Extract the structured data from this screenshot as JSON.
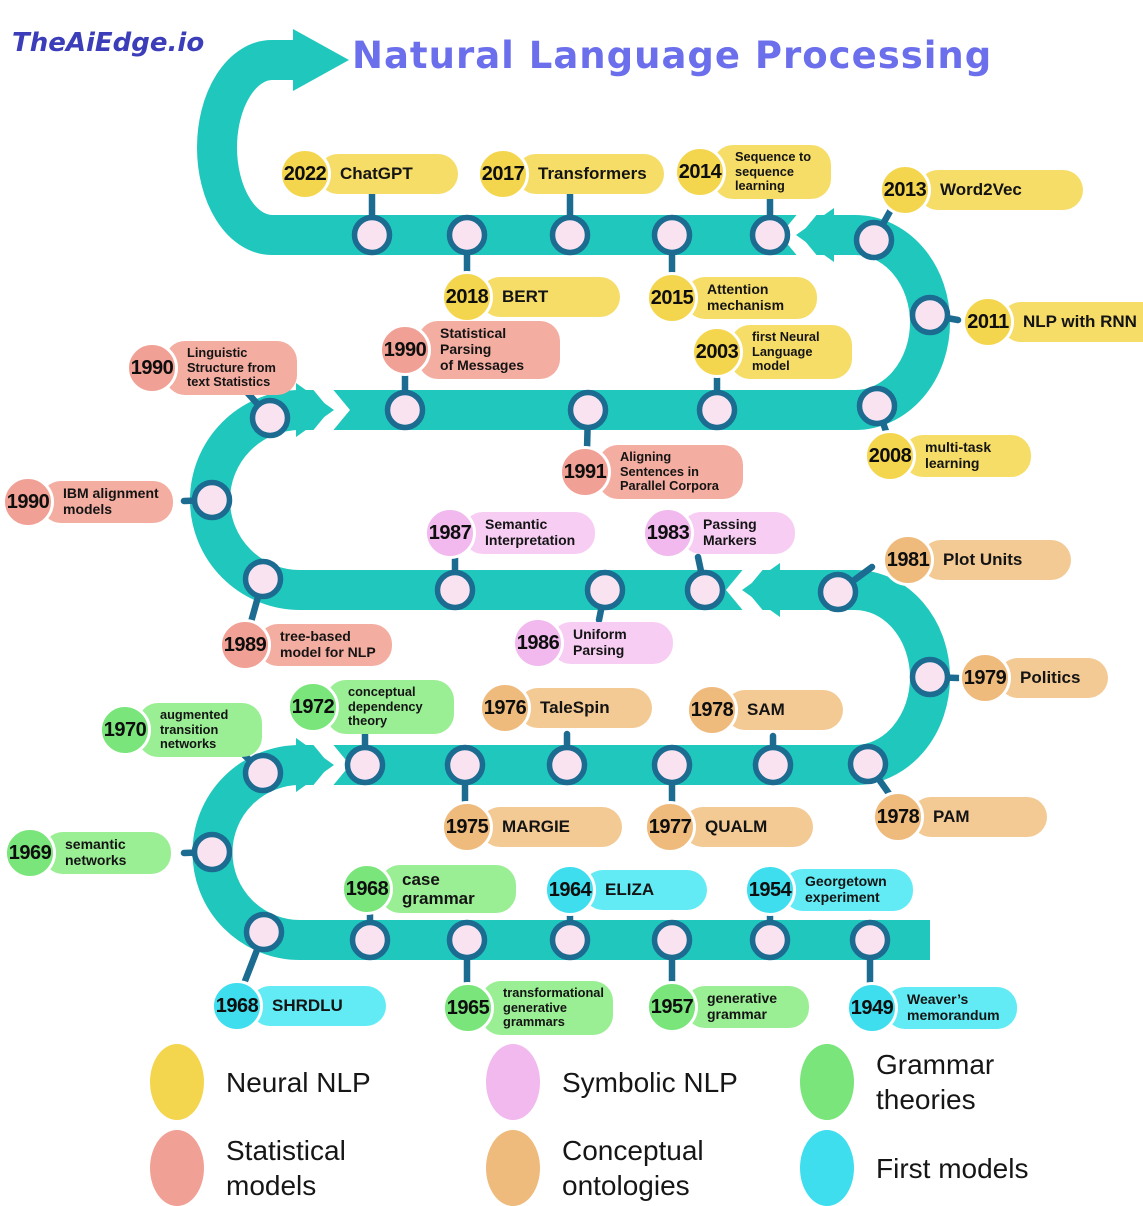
{
  "logo": {
    "text": "TheAiEdge.io"
  },
  "title": {
    "text": "Natural Language Processing"
  },
  "palette": {
    "band_teal": "#1FC7BD",
    "node_fill": "#FAE3F1",
    "node_stroke": "#1C6B91",
    "title_color": "#6B6FEC",
    "logo_color": "#3B3DB9",
    "categories": {
      "neural": {
        "circle": "#F4D64E",
        "pill": "#F6DD68"
      },
      "symbolic": {
        "circle": "#F1B9EE",
        "pill": "#F7CDF3"
      },
      "grammar": {
        "circle": "#79E57A",
        "pill": "#9AEE94"
      },
      "statistical": {
        "circle": "#F1A095",
        "pill": "#F4ADA1"
      },
      "conceptual": {
        "circle": "#EEBB7D",
        "pill": "#F3C994"
      },
      "first": {
        "circle": "#3EDEEF",
        "pill": "#62EBF4"
      }
    }
  },
  "timeline": {
    "badges": [
      {
        "id": "y2022",
        "year": "2022",
        "label": "ChatGPT",
        "category": "neural",
        "lines": 1
      },
      {
        "id": "y2017",
        "year": "2017",
        "label": "Transformers",
        "category": "neural",
        "lines": 1
      },
      {
        "id": "y2014",
        "year": "2014",
        "label": "Sequence to\nsequence\nlearning",
        "category": "neural",
        "lines": 3
      },
      {
        "id": "y2013",
        "year": "2013",
        "label": "Word2Vec",
        "category": "neural",
        "lines": 1
      },
      {
        "id": "y2018",
        "year": "2018",
        "label": "BERT",
        "category": "neural",
        "lines": 1
      },
      {
        "id": "y2015",
        "year": "2015",
        "label": "Attention\nmechanism",
        "category": "neural",
        "lines": 2
      },
      {
        "id": "y2011",
        "year": "2011",
        "label": "NLP with RNN",
        "category": "neural",
        "lines": 1
      },
      {
        "id": "y1990-ling",
        "year": "1990",
        "label": "Linguistic\nStructure from\ntext Statistics",
        "category": "statistical",
        "lines": 3
      },
      {
        "id": "y1990-stat",
        "year": "1990",
        "label": "Statistical Parsing\nof Messages",
        "category": "statistical",
        "lines": 2
      },
      {
        "id": "y2003",
        "year": "2003",
        "label": "first Neural\nLanguage\nmodel",
        "category": "neural",
        "lines": 3
      },
      {
        "id": "y2008",
        "year": "2008",
        "label": "multi-task\nlearning",
        "category": "neural",
        "lines": 2
      },
      {
        "id": "y1991",
        "year": "1991",
        "label": "Aligning\nSentences in\nParallel Corpora",
        "category": "statistical",
        "lines": 3
      },
      {
        "id": "y1990-ibm",
        "year": "1990",
        "label": "IBM alignment\nmodels",
        "category": "statistical",
        "lines": 2
      },
      {
        "id": "y1987",
        "year": "1987",
        "label": "Semantic\nInterpretation",
        "category": "symbolic",
        "lines": 2
      },
      {
        "id": "y1983",
        "year": "1983",
        "label": "Passing\nMarkers",
        "category": "symbolic",
        "lines": 2
      },
      {
        "id": "y1981",
        "year": "1981",
        "label": "Plot Units",
        "category": "conceptual",
        "lines": 1
      },
      {
        "id": "y1989",
        "year": "1989",
        "label": "tree-based\nmodel for NLP",
        "category": "statistical",
        "lines": 2
      },
      {
        "id": "y1986",
        "year": "1986",
        "label": "Uniform\nParsing",
        "category": "symbolic",
        "lines": 2
      },
      {
        "id": "y1979",
        "year": "1979",
        "label": "Politics",
        "category": "conceptual",
        "lines": 1
      },
      {
        "id": "y1970",
        "year": "1970",
        "label": "augmented\ntransition\nnetworks",
        "category": "grammar",
        "lines": 3
      },
      {
        "id": "y1972",
        "year": "1972",
        "label": "conceptual\ndependency\ntheory",
        "category": "grammar",
        "lines": 3
      },
      {
        "id": "y1976",
        "year": "1976",
        "label": "TaleSpin",
        "category": "conceptual",
        "lines": 1
      },
      {
        "id": "y1978-sam",
        "year": "1978",
        "label": "SAM",
        "category": "conceptual",
        "lines": 1
      },
      {
        "id": "y1975",
        "year": "1975",
        "label": "MARGIE",
        "category": "conceptual",
        "lines": 1
      },
      {
        "id": "y1977",
        "year": "1977",
        "label": "QUALM",
        "category": "conceptual",
        "lines": 1
      },
      {
        "id": "y1978-pam",
        "year": "1978",
        "label": "PAM",
        "category": "conceptual",
        "lines": 1
      },
      {
        "id": "y1969",
        "year": "1969",
        "label": "semantic\nnetworks",
        "category": "grammar",
        "lines": 2
      },
      {
        "id": "y1968-case",
        "year": "1968",
        "label": "case grammar",
        "category": "grammar",
        "lines": 1
      },
      {
        "id": "y1964",
        "year": "1964",
        "label": "ELIZA",
        "category": "first",
        "lines": 1
      },
      {
        "id": "y1954",
        "year": "1954",
        "label": "Georgetown\nexperiment",
        "category": "first",
        "lines": 2
      },
      {
        "id": "y1968-shrdlu",
        "year": "1968",
        "label": "SHRDLU",
        "category": "first",
        "lines": 1
      },
      {
        "id": "y1965",
        "year": "1965",
        "label": "transformational\ngenerative\ngrammars",
        "category": "grammar",
        "lines": 3
      },
      {
        "id": "y1957",
        "year": "1957",
        "label": "generative\ngrammar",
        "category": "grammar",
        "lines": 2
      },
      {
        "id": "y1949",
        "year": "1949",
        "label": "Weaver’s\nmemorandum",
        "category": "first",
        "lines": 2
      }
    ]
  },
  "legend": {
    "items": [
      {
        "category": "neural",
        "label": "Neural NLP"
      },
      {
        "category": "symbolic",
        "label": "Symbolic NLP"
      },
      {
        "category": "grammar",
        "label": "Grammar\ntheories"
      },
      {
        "category": "statistical",
        "label": "Statistical\nmodels"
      },
      {
        "category": "conceptual",
        "label": "Conceptual\nontologies"
      },
      {
        "category": "first",
        "label": "First models"
      }
    ]
  }
}
